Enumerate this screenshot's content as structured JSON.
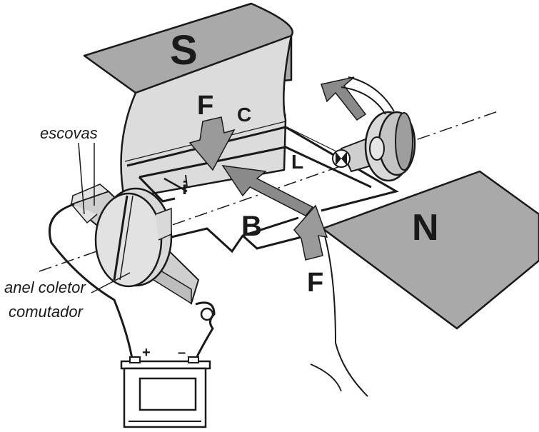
{
  "labels": {
    "pole_south": "S",
    "pole_north": "N",
    "force_top": "F",
    "force_bottom": "F",
    "field": "B",
    "current": "i",
    "side_c": "C",
    "side_l": "L",
    "brushes": "escovas",
    "collector_line1": "anel coletor",
    "collector_line2": "comutador",
    "battery_plus": "+",
    "battery_minus": "–"
  }
}
